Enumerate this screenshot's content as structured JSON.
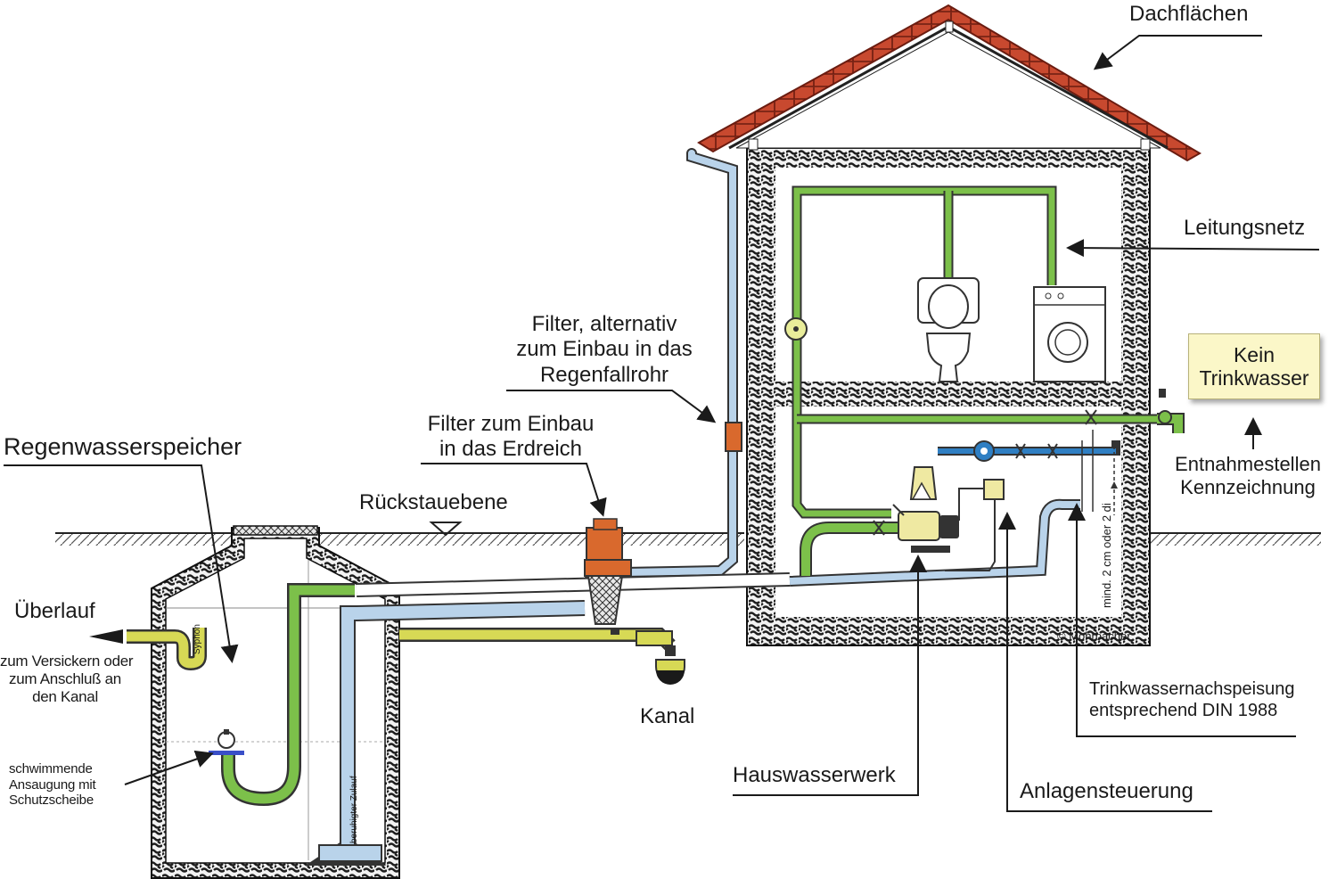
{
  "labels": {
    "dachflaechen": "Dachflächen",
    "leitungsnetz": "Leitungsnetz",
    "filter_rohr_1": "Filter, alternativ",
    "filter_rohr_2": "zum Einbau in das",
    "filter_rohr_3": "Regenfallrohr",
    "filter_erd_1": "Filter zum Einbau",
    "filter_erd_2": "in das Erdreich",
    "regenwasserspeicher": "Regenwasserspeicher",
    "rueckstauebene": "Rückstauebene",
    "ueberlauf": "Überlauf",
    "versickern_1": "zum Versickern oder",
    "versickern_2": "zum Anschluß an",
    "versickern_3": "den Kanal",
    "ansaugung_1": "schwimmende",
    "ansaugung_2": "Ansaugung mit",
    "ansaugung_3": "Schutzscheibe",
    "kanal": "Kanal",
    "entnahme_1": "Entnahmestellen",
    "entnahme_2": "Kennzeichnung",
    "nachspeisung_1": "Trinkwassernachspeisung",
    "nachspeisung_2": "entsprechend DIN 1988",
    "hauswasserwerk": "Hauswasserwerk",
    "anlagensteuerung": "Anlagensteuerung",
    "kein_1": "Kein",
    "kein_2": "Trinkwasser",
    "syphon": "Syphon",
    "zulauf": "beruhigter Zulauf",
    "abstand": "mind. 2 cm oder 2 di",
    "copyright": "© Mohrbacher"
  },
  "colors": {
    "green_pipe": "#7cc04a",
    "blue_pipe": "#b9d3ea",
    "yellow_pipe": "#d7d955",
    "roof": "#c8492f",
    "concrete": "#2a2a2a",
    "filter": "#d9692d",
    "pump": "#efe9a2",
    "blue_valve": "#2f7fc3"
  }
}
